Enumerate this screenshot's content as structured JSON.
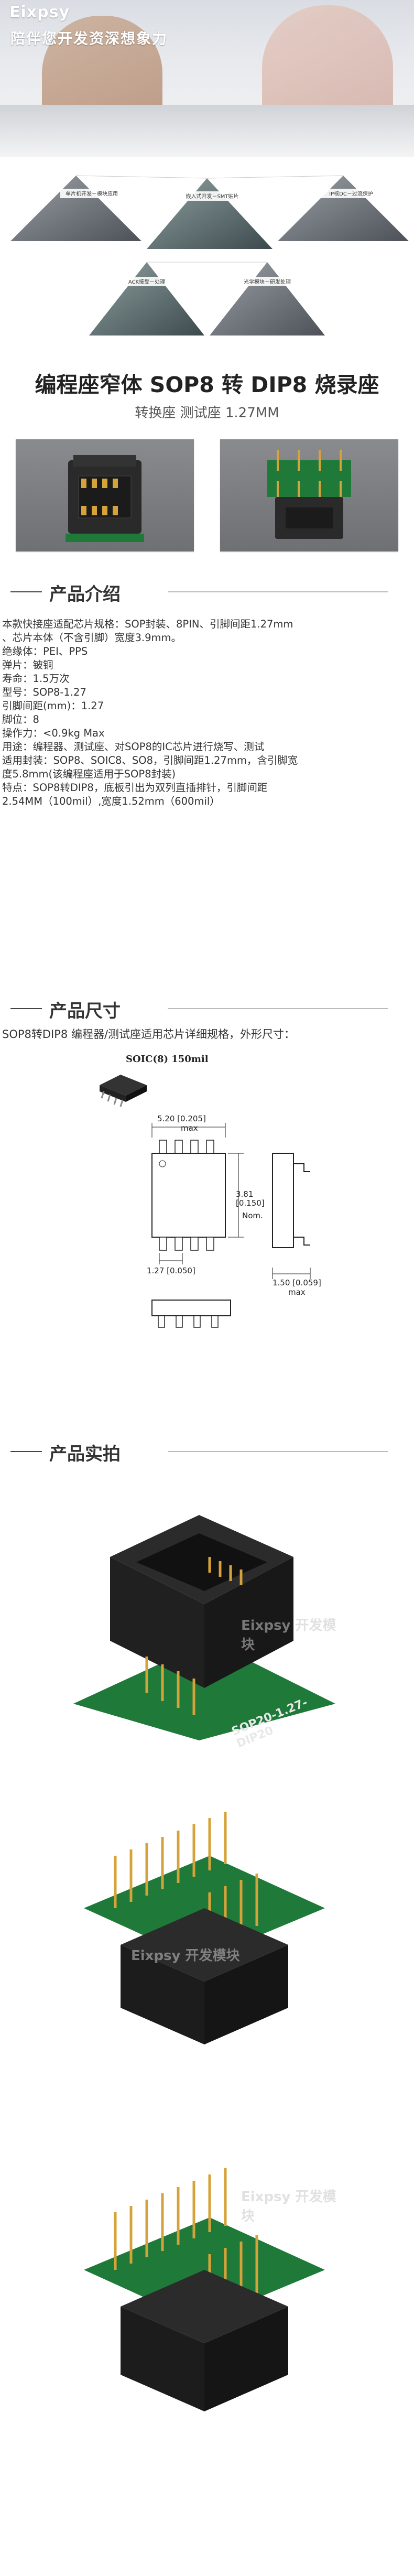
{
  "brand": {
    "name": "Eixpsy",
    "slogan": "陪伴您开发资深想象力"
  },
  "collage": {
    "captions": [
      "单片机开发－模块应用",
      "嵌入式开发－SMT贴片",
      "IP核DC－过流保护",
      "ACK接受－处理",
      "光学模块－研发处理"
    ]
  },
  "product": {
    "title": "编程座窄体 SOP8 转 DIP8 烧录座",
    "subtitle": "转换座 测试座 1.27MM"
  },
  "intro": {
    "heading": "产品介绍",
    "lines": [
      "本款快接座适配芯片规格：SOP封装、8PIN、引脚间距1.27mm",
      "、芯片本体（不含引脚）宽度3.9mm。",
      "",
      "绝缘体：PEI、PPS",
      "弹片：铍铜",
      "寿命：1.5万次",
      "型号：SOP8-1.27",
      "引脚间距(mm)：1.27",
      "脚位：8",
      "操作力：<0.9kg Max",
      "",
      "用途：编程器、测试座、对SOP8的IC芯片进行烧写、测试",
      "适用封装：SOP8、SOIC8、SO8，引脚间距1.27mm，含引脚宽",
      "度5.8mm(该编程座适用于SOP8封装)",
      "特点：SOP8转DIP8，底板引出为双列直插排针，引脚间距",
      "2.54MM（100mil）,宽度1.52mm（600mil）"
    ]
  },
  "size": {
    "heading": "产品尺寸",
    "desc": "SOP8转DIP8 编程器/测试座适用芯片详细规格，外形尺寸：",
    "soic_label": "SOIC(8) 150mil",
    "dim_top": "5.20 [0.205]",
    "dim_top_max": "max",
    "dim_side": "3.81 [0.150]",
    "dim_side_nom": "Nom.",
    "dim_pitch": "1.27 [0.050]",
    "dim_height": "1.50 [0.059]",
    "dim_height_max": "max"
  },
  "photos": {
    "heading": "产品实拍",
    "board_text": "SOP20-1.27-DIP20",
    "watermark": "Eixpsy 开发模块"
  },
  "colors": {
    "pcb": "#1f7a3a",
    "socket": "#2a2a2a",
    "pin": "#d6a33a"
  }
}
